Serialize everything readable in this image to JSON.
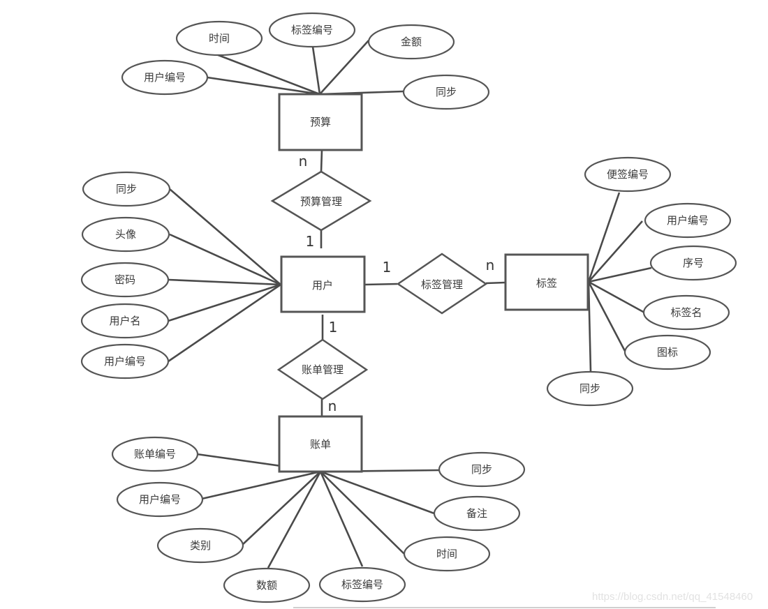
{
  "entities": {
    "budget": "预算",
    "user": "用户",
    "tag": "标签",
    "bill": "账单"
  },
  "relationships": {
    "budget_mgmt": "预算管理",
    "tag_mgmt": "标签管理",
    "bill_mgmt": "账单管理"
  },
  "cardinalities": {
    "budget_side": "n",
    "user_budget_side": "1",
    "user_tag_side": "1",
    "tag_side": "n",
    "user_bill_side": "1",
    "bill_side": "n"
  },
  "attributes": {
    "budget": [
      "时间",
      "标签编号",
      "金额",
      "用户编号",
      "同步"
    ],
    "user": [
      "同步",
      "头像",
      "密码",
      "用户名",
      "用户编号"
    ],
    "tag": [
      "便签编号",
      "用户编号",
      "序号",
      "标签名",
      "图标",
      "同步"
    ],
    "bill": [
      "账单编号",
      "用户编号",
      "类别",
      "数额",
      "标签编号",
      "同步",
      "备注",
      "时间"
    ]
  },
  "watermark": "https://blog.csdn.net/qq_41548460"
}
